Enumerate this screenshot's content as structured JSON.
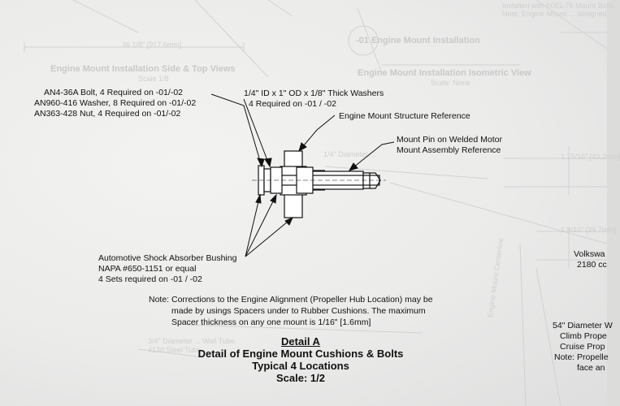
{
  "background_text": {
    "side_top_views": "Engine Mount Installation Side & Top Views",
    "side_top_scale": "Scale 1/8",
    "mount_installation": "-01  Engine Mount Installation",
    "isometric_view": "Engine Mount Installation Isometric View",
    "isometric_scale": "Scale: None",
    "top_right_1": "Installed with 0061-76 Mount Bolts",
    "top_right_2": "Note: Engine Mount ... designed",
    "dim_left": "36 1/8\" [917.6mm]",
    "dim_diameter": "1/4\" Diameter ...",
    "dim_right": "1 15/16\" [49.2mm]",
    "dim_right2": "1 9/16\" [39.7mm]",
    "bottom_faint_1": "3/4\" Diameter ... Wall Tube",
    "bottom_faint_2": "4130 Steel Tube"
  },
  "labels": {
    "bolt_line1": "AN4-36A Bolt,  4 Required on -01/-02",
    "bolt_line2": "AN960-416 Washer,  8 Required on -01/-02",
    "bolt_line3": "AN363-428 Nut,  4 Required on -01/-02",
    "washer_line1": "1/4\" ID x 1\" OD x 1/8\" Thick Washers",
    "washer_line2": "4 Required on -01 / -02",
    "structure_ref": "Engine Mount Structure Reference",
    "mount_pin_line1": "Mount Pin on Welded Motor",
    "mount_pin_line2": "Mount Assembly Reference",
    "bushing_line1": "Automotive Shock Absorber Bushing",
    "bushing_line2": "NAPA #650-1151 or equal",
    "bushing_line3": "4 Sets required on -01 / -02"
  },
  "note": {
    "line1": "Note: Corrections to the Engine Alignment (Propeller Hub Location) may be",
    "line2": "made by usings Spacers under to Rubber Cushions. The maximum",
    "line3": "Spacer thickness on any one mount is 1/16\" [1.6mm]"
  },
  "detail": {
    "title": "Detail A",
    "subtitle": "Detail of Engine Mount Cushions & Bolts",
    "locations": "Typical 4 Locations",
    "scale": "Scale: 1/2"
  },
  "right_edge": {
    "vw_1": "Volkswa",
    "vw_2": "2180 cc",
    "prop_1": "54\" Diameter W",
    "prop_2": "Climb Prope",
    "prop_3": "Cruise Prop",
    "prop_4": "Note: Propelle",
    "prop_5": "face an",
    "vertical": "Engine Mount Centerline"
  }
}
